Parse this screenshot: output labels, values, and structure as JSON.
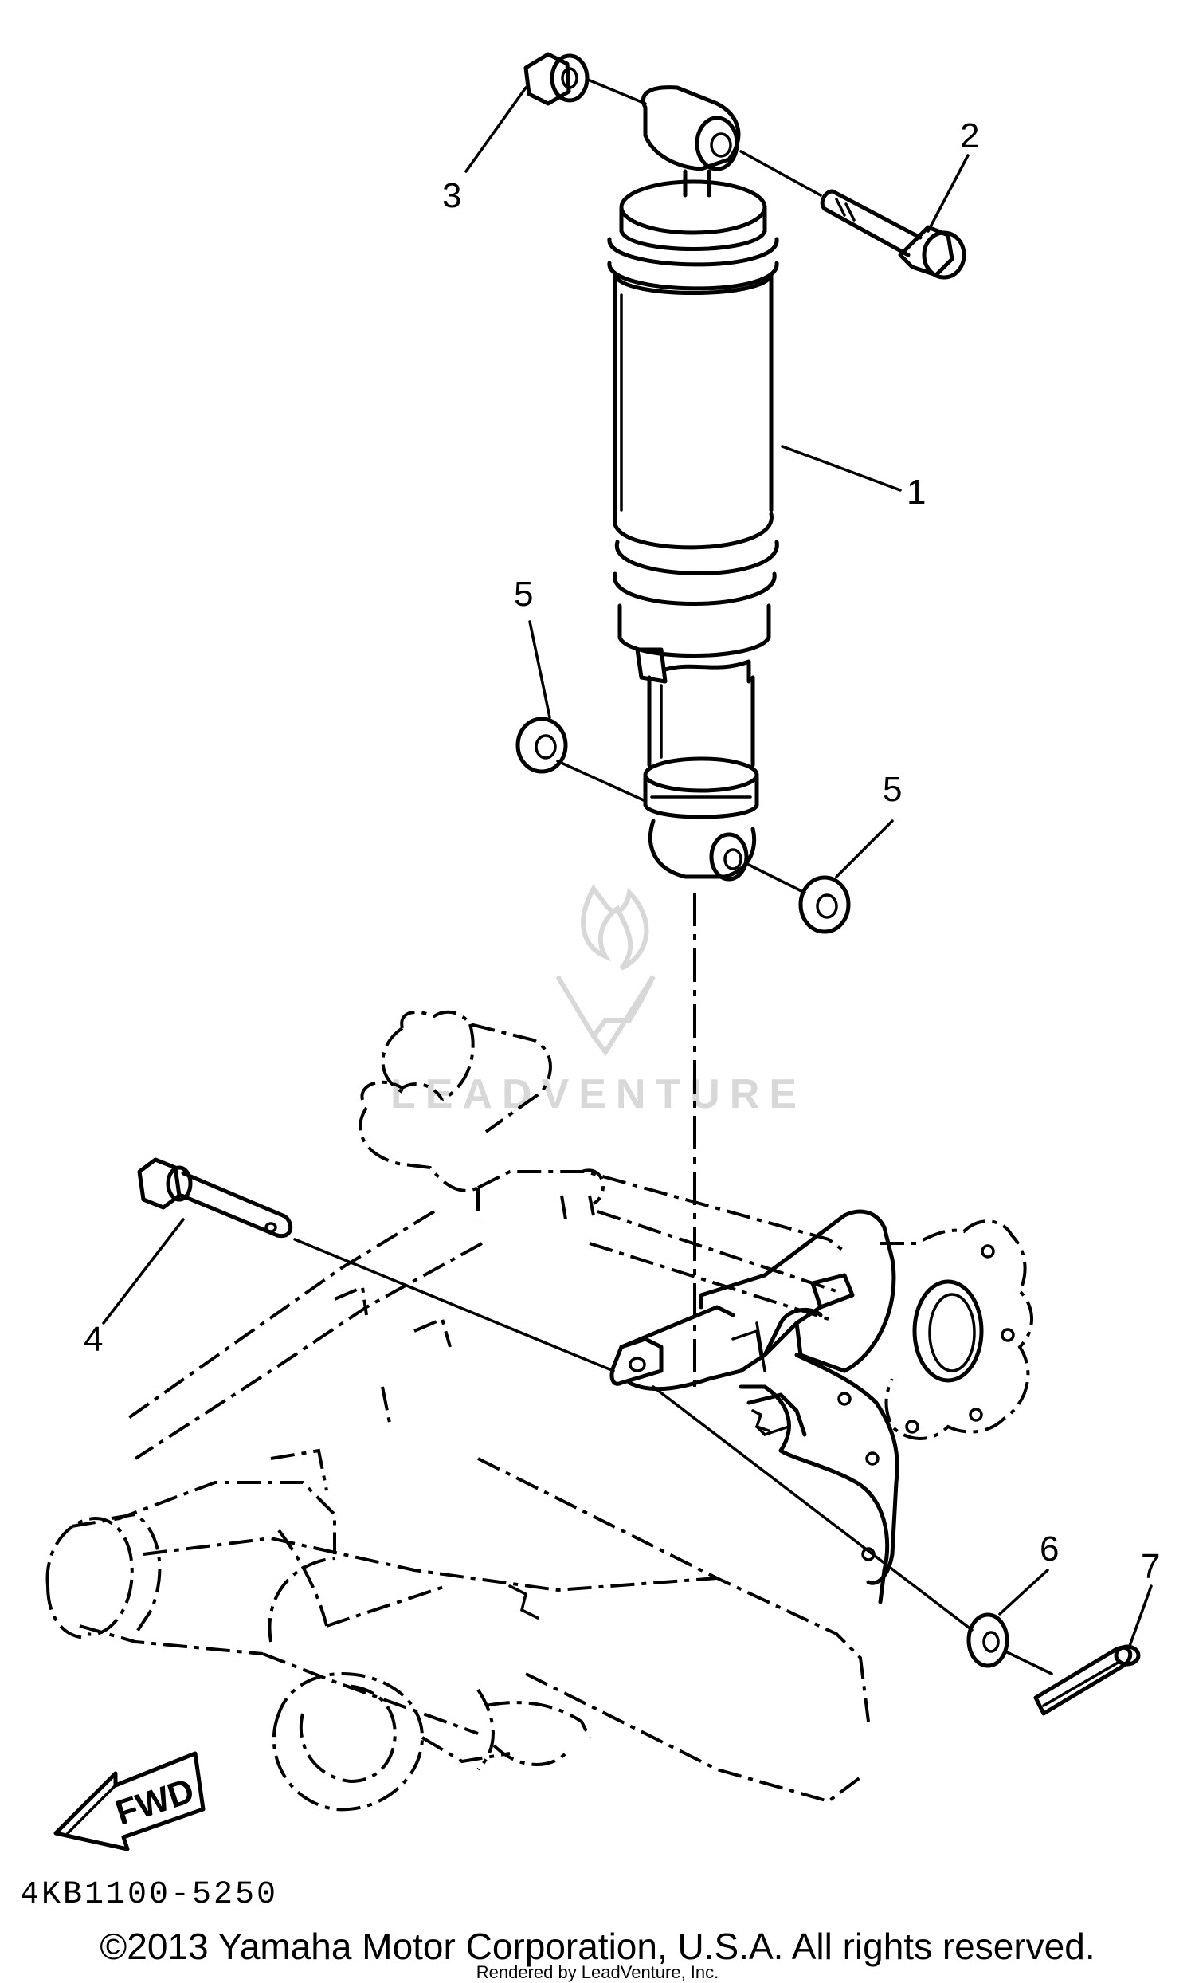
{
  "callouts": {
    "c1": "1",
    "c2": "2",
    "c3": "3",
    "c4": "4",
    "c5a": "5",
    "c5b": "5",
    "c6": "6",
    "c7": "7"
  },
  "fwd_label": "FWD",
  "diagram_code": "4KB1100-5250",
  "watermark_text": "LEADVENTURE",
  "copyright": "©2013 Yamaha Motor Corporation, U.S.A. All rights reserved.",
  "rendered_by": "Rendered by LeadVenture, Inc."
}
